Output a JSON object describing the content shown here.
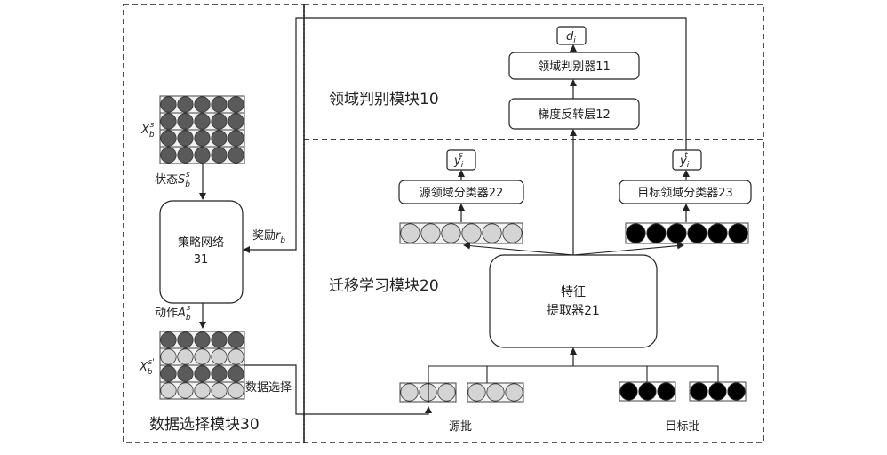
{
  "modules": {
    "data_selection": "数据选择模块30",
    "domain_discrimination": "领域判别模块10",
    "transfer_learning": "迁移学习模块20"
  },
  "blocks": {
    "domain_discriminator": "领域判别器11",
    "gradient_reversal": "梯度反转层12",
    "source_classifier": "源领域分类器22",
    "target_classifier": "目标领域分类器23",
    "feature_extractor_line1": "特征",
    "feature_extractor_line2": "提取器21",
    "policy_line1": "策略网络",
    "policy_line2": "31"
  },
  "outputs": {
    "d_base": "d",
    "d_sub": "i",
    "ys_base": "y",
    "ys_sub": "i",
    "ys_sup": "s",
    "yt_base": "y",
    "yt_sub": "i",
    "yt_sup": "t"
  },
  "labels": {
    "xs_base": "X",
    "xs_sub": "b",
    "xs_sup": "s",
    "xs2_base": "X",
    "xs2_sub": "b",
    "xs2_sup": "s'",
    "state_text": "状态",
    "state_base": "S",
    "state_sub": "b",
    "state_sup": "s",
    "action_text": "动作",
    "action_base": "A",
    "action_sub": "b",
    "action_sup": "s",
    "reward_text": "奖励",
    "reward_base": "r",
    "reward_sub": "b",
    "data_select": "数据选择",
    "source_batch": "源批",
    "target_batch": "目标批"
  },
  "colors": {
    "dark_gray": "#5a5a5a",
    "light_gray": "#d4d4d4",
    "black": "#000000",
    "border": "#222222"
  }
}
